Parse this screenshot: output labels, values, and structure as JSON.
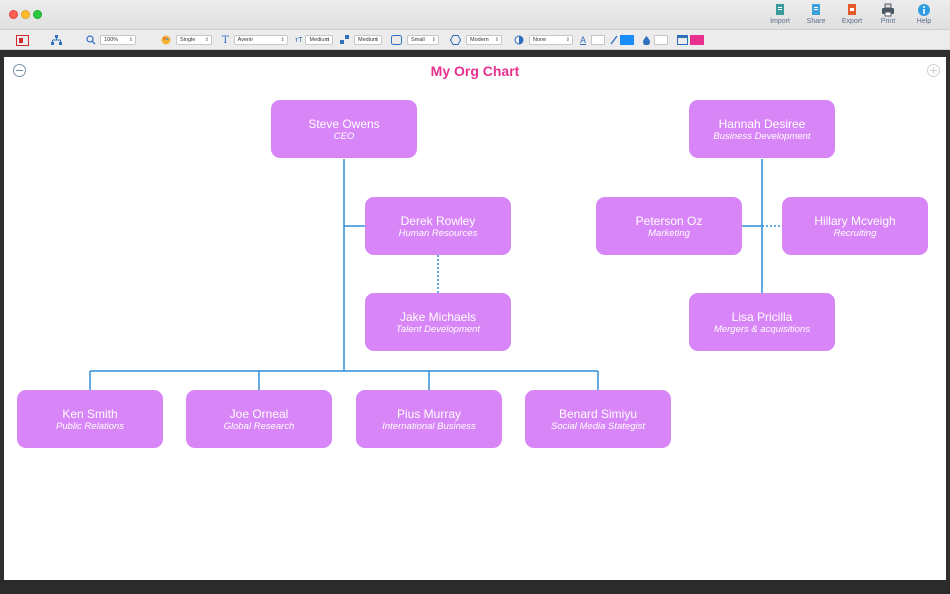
{
  "window": {
    "actions": [
      {
        "label": "Import",
        "icon": "import-icon"
      },
      {
        "label": "Share",
        "icon": "share-icon"
      },
      {
        "label": "Export",
        "icon": "export-icon"
      },
      {
        "label": "Print",
        "icon": "print-icon"
      },
      {
        "label": "Help",
        "icon": "help-icon"
      }
    ]
  },
  "toolbar": {
    "zoom": "100%",
    "line_style": "Single",
    "font": "Avenir",
    "font_size": "Medium",
    "spacing": "Medium",
    "corner": "Small",
    "shape": "Modern",
    "shadow": "None",
    "colors": {
      "text": "#ffffff",
      "line": "#1a8cff",
      "fill": "#ffffff",
      "background": "#e8318f"
    }
  },
  "chart": {
    "title": "My Org Chart",
    "title_color": "#e8318f",
    "node_color": "#d886f7",
    "line_color": "#2f8fd8",
    "nodes": [
      {
        "id": "steve",
        "name": "Steve Owens",
        "role": "CEO"
      },
      {
        "id": "derek",
        "name": "Derek Rowley",
        "role": "Human Resources"
      },
      {
        "id": "jake",
        "name": "Jake Michaels",
        "role": "Talent Development"
      },
      {
        "id": "ken",
        "name": "Ken Smith",
        "role": "Public Relations"
      },
      {
        "id": "joe",
        "name": "Joe Orneal",
        "role": "Global Research"
      },
      {
        "id": "pius",
        "name": "Pius Murray",
        "role": "International Business"
      },
      {
        "id": "benard",
        "name": "Benard Simiyu",
        "role": "Social Media Stategist"
      },
      {
        "id": "hannah",
        "name": "Hannah Desiree",
        "role": "Business Development"
      },
      {
        "id": "peterson",
        "name": "Peterson Oz",
        "role": "Marketing"
      },
      {
        "id": "hillary",
        "name": "Hillary Mcveigh",
        "role": "Recruiting"
      },
      {
        "id": "lisa",
        "name": "Lisa Pricilla",
        "role": "Mergers & acquisitions"
      }
    ]
  }
}
